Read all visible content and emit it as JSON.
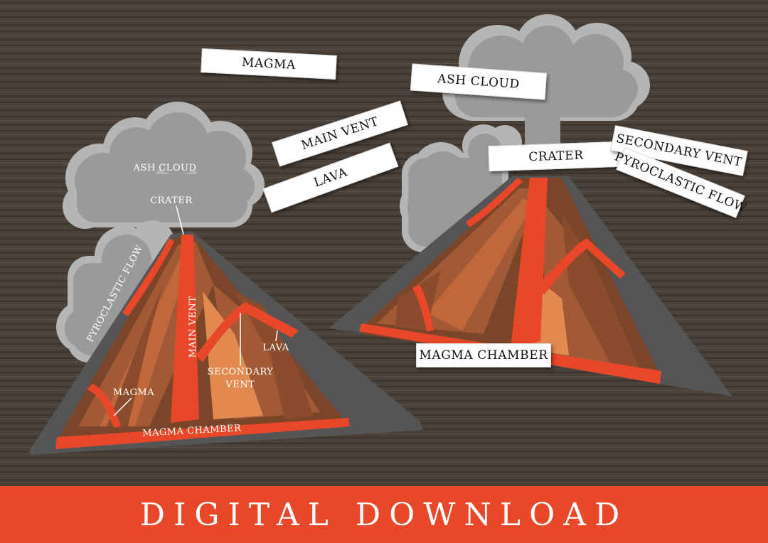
{
  "diagram": {
    "labels": {
      "ash_cloud": "ASH CLOUD",
      "crater": "CRATER",
      "pyroclastic_flow": "PYROCLASTIC FLOW",
      "main_vent": "MAIN VENT",
      "secondary_vent_line1": "SECONDARY",
      "secondary_vent_line2": "VENT",
      "lava": "LAVA",
      "magma": "MAGMA",
      "magma_chamber": "MAGMA CHAMBER"
    }
  },
  "cards": {
    "magma": "MAGMA",
    "ash_cloud": "ASH CLOUD",
    "main_vent": "MAIN VENT",
    "lava": "LAVA",
    "crater": "CRATER",
    "secondary_vent": "SECONDARY VENT",
    "pyroclastic_flow": "PYROCLASTIC FLOW",
    "magma_chamber": "MAGMA CHAMBER"
  },
  "banner": {
    "text": "DIGITAL DOWNLOAD"
  },
  "colors": {
    "banner": "#e8472a",
    "lava": "#e8472a",
    "rock": "#555555",
    "cloud": "#9e9e9e",
    "wood": "#4a4038"
  }
}
